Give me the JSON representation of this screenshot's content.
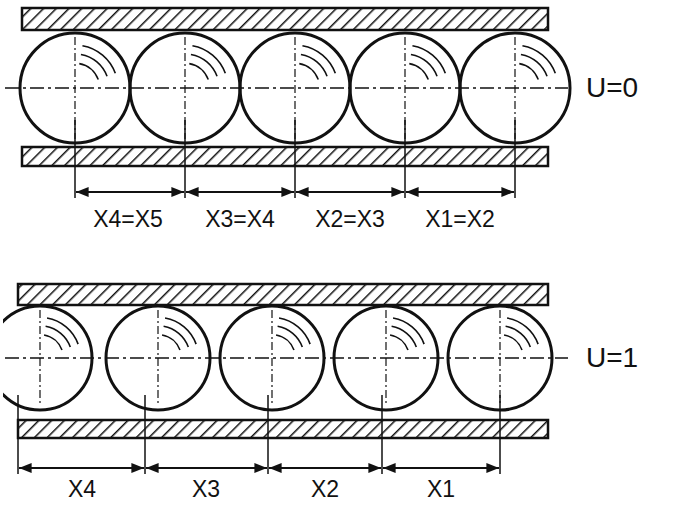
{
  "diagram": {
    "labels": [
      "U=0",
      "X4=X5",
      "X3=X4",
      "X2=X3",
      "X1=X2",
      "U=1",
      "X4",
      "X3",
      "X2",
      "X1"
    ]
  }
}
